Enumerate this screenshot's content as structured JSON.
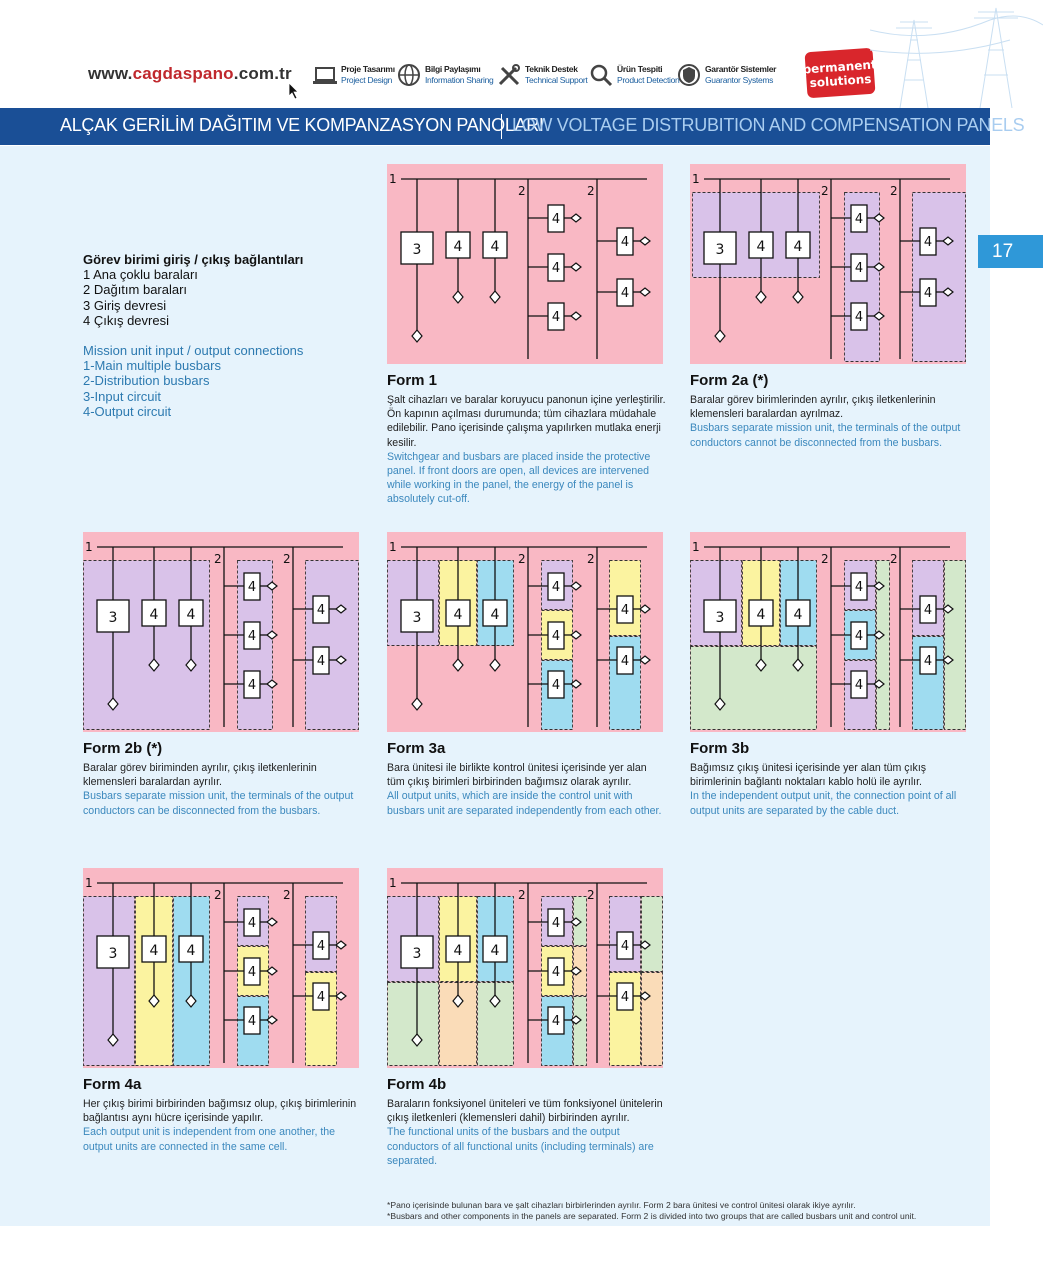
{
  "header": {
    "site_prefix": "www.",
    "site_domain": "cagdaspano",
    "site_suffix": ".com.tr",
    "services": [
      {
        "tr": "Proje Tasarımı",
        "en": "Project Design",
        "icon": "laptop-icon"
      },
      {
        "tr": "Bilgi Paylaşımı",
        "en": "Information Sharing",
        "icon": "globe-icon"
      },
      {
        "tr": "Teknik Destek",
        "en": "Technical Support",
        "icon": "tools-icon"
      },
      {
        "tr": "Ürün Tespiti",
        "en": "Product Detection",
        "icon": "magnifier-icon"
      },
      {
        "tr": "Garantör Sistemler",
        "en": "Guarantor Systems",
        "icon": "shield-globe-icon"
      }
    ],
    "logo_line1": "permanent",
    "logo_line2": "solutions"
  },
  "banner": {
    "title_tr": "ALÇAK GERİLİM DAĞITIM VE KOMPANZASYON PANOLARI",
    "title_en": "LOW VOLTAGE DISTRUBITION AND COMPENSATION PANELS"
  },
  "page_number": "17",
  "legend": {
    "heading_tr": "Görev birimi giriş / çıkış bağlantıları",
    "items_tr": [
      "1  Ana çoklu baraları",
      "2  Dağıtım baraları",
      "3  Giriş devresi",
      "4  Çıkış devresi"
    ],
    "heading_en": "Mission unit input / output connections",
    "items_en": [
      "1-Main multiple busbars",
      "2-Distribution busbars",
      "3-Input circuit",
      "4-Output circuit"
    ]
  },
  "diagram_labels": {
    "main": "1",
    "dist": "2",
    "input": "3",
    "output": "4"
  },
  "colors": {
    "pink": "#f9b8c4",
    "purple": "#d9c2e9",
    "yellow": "#fbf3a0",
    "blue": "#9fdcf0",
    "green": "#d3e8cb",
    "peach": "#fadcb8",
    "banner": "#1a4f96",
    "tab": "#2f98d8",
    "text_en": "#3b88bd"
  },
  "forms": [
    {
      "id": "form1",
      "title": "Form 1",
      "desc_tr": "Şalt cihazları ve baralar koruyucu panonun içine yerleştirilir. Ön kapının açılması durumunda; tüm cihazlara müdahale edilebilir. Pano içerisinde çalışma yapılırken mutlaka enerji kesilir.",
      "desc_en": "Switchgear and busbars are placed inside the protective panel. If front doors are open, all devices are intervened while working in the panel, the energy of the panel is absolutely cut-off.",
      "zones": []
    },
    {
      "id": "form2a",
      "title": "Form 2a (*)",
      "desc_tr": "Baralar görev birimlerinden ayrılır, çıkış iletkenlerinin klemensleri baralardan ayrılmaz.",
      "desc_en": "Busbars separate mission unit, the terminals of the output conductors cannot be disconnected from the busbars.",
      "zones": [
        {
          "r": "inputBoxes",
          "c": "purple"
        },
        {
          "r": "col1",
          "c": "purple"
        },
        {
          "r": "col2",
          "c": "purple"
        }
      ]
    },
    {
      "id": "form2b",
      "title": "Form 2b (*)",
      "desc_tr": "Baralar görev biriminden ayrılır, çıkış iletkenlerinin klemensleri baralardan ayrılır.",
      "desc_en": "Busbars separate mission unit, the terminals of the output conductors can be disconnected from the busbars.",
      "zones": [
        {
          "r": "left",
          "c": "purple"
        },
        {
          "r": "col1",
          "c": "purple"
        },
        {
          "r": "col2",
          "c": "purple"
        }
      ]
    },
    {
      "id": "form3a",
      "title": "Form 3a",
      "desc_tr": "Bara ünitesi ile birlikte kontrol ünitesi içerisinde yer alan tüm çıkış birimleri birbirinden bağımsız olarak ayrılır.",
      "desc_en": "All output units, which are inside the control unit with busbars unit are separated independently from each other.",
      "zones": [
        {
          "r": "s3top",
          "c": "purple"
        },
        {
          "r": "s4a",
          "c": "yellow"
        },
        {
          "r": "s4b",
          "c": "blue"
        },
        {
          "r": "c1a",
          "c": "purple"
        },
        {
          "r": "c1b",
          "c": "yellow"
        },
        {
          "r": "c1c",
          "c": "blue"
        },
        {
          "r": "c2a",
          "c": "yellow"
        },
        {
          "r": "c2b",
          "c": "blue"
        }
      ]
    },
    {
      "id": "form3b",
      "title": "Form 3b",
      "desc_tr": "Bağımsız çıkış ünitesi içerisinde yer alan tüm çıkış birimlerinin bağlantı noktaları kablo holü ile ayrılır.",
      "desc_en": "In the independent output unit, the connection point of all output units are separated by the cable duct.",
      "zones": [
        {
          "r": "s3top",
          "c": "purple"
        },
        {
          "r": "s4a",
          "c": "yellow"
        },
        {
          "r": "s4b",
          "c": "blue"
        },
        {
          "r": "bottomLeft",
          "c": "green"
        },
        {
          "r": "c1a",
          "c": "purple"
        },
        {
          "r": "c1b",
          "c": "blue"
        },
        {
          "r": "c1c",
          "c": "purple"
        },
        {
          "r": "c1strip",
          "c": "green"
        },
        {
          "r": "c2a",
          "c": "purple"
        },
        {
          "r": "c2b",
          "c": "blue"
        },
        {
          "r": "c2strip",
          "c": "green"
        }
      ]
    },
    {
      "id": "form4a",
      "title": "Form 4a",
      "desc_tr": "Her çıkış birimi birbirinden bağımsız olup, çıkış birimlerinin bağlantısı aynı hücre içerisinde yapılır.",
      "desc_en": "Each output unit is independent from one another, the output units are connected in the same cell.",
      "zones": [
        {
          "r": "s3full",
          "c": "purple"
        },
        {
          "r": "s4afull",
          "c": "yellow"
        },
        {
          "r": "s4bfull",
          "c": "blue"
        },
        {
          "r": "c1a",
          "c": "purple"
        },
        {
          "r": "c1b",
          "c": "yellow"
        },
        {
          "r": "c1c",
          "c": "blue"
        },
        {
          "r": "c2a",
          "c": "purple"
        },
        {
          "r": "c2b",
          "c": "yellow"
        }
      ]
    },
    {
      "id": "form4b",
      "title": "Form 4b",
      "desc_tr": "Baraların fonksiyonel üniteleri ve tüm fonksiyonel ünitelerin çıkış iletkenleri (klemensleri dahil) birbirinden ayrılır.",
      "desc_en": "The functional units of the busbars and the output conductors of all functional units (including terminals) are separated.",
      "zones": [
        {
          "r": "s3top",
          "c": "purple"
        },
        {
          "r": "s4a",
          "c": "yellow"
        },
        {
          "r": "s4b",
          "c": "blue"
        },
        {
          "r": "b3",
          "c": "green"
        },
        {
          "r": "b4a",
          "c": "peach"
        },
        {
          "r": "b4b",
          "c": "green"
        },
        {
          "r": "c1a",
          "c": "purple"
        },
        {
          "r": "c1b",
          "c": "yellow"
        },
        {
          "r": "c1c",
          "c": "blue"
        },
        {
          "r": "c1s1",
          "c": "green"
        },
        {
          "r": "c1s2",
          "c": "peach"
        },
        {
          "r": "c1s3",
          "c": "green"
        },
        {
          "r": "c2a",
          "c": "purple"
        },
        {
          "r": "c2b",
          "c": "yellow"
        },
        {
          "r": "c2s1",
          "c": "green"
        },
        {
          "r": "c2s2",
          "c": "peach"
        }
      ]
    }
  ],
  "footnote": {
    "tr": "*Pano içerisinde bulunan bara ve şalt cihazları birbirlerinden ayrılır. Form 2 bara ünitesi ve control ünitesi olarak ikiye ayrılır.",
    "en": "*Busbars and other components in the panels are separated. Form 2 is divided into two groups that are called busbars unit and control unit."
  }
}
